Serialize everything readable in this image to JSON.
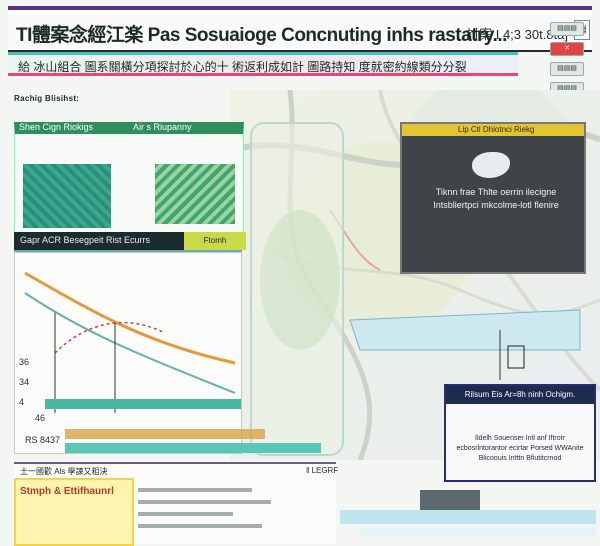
{
  "header": {
    "title": "TI體案念經江楽 Pas Sosuaioge Concnuting inhs rastatry...",
    "right_text": "討案 I 4;3 30t.8ta]",
    "icon": "document-icon"
  },
  "band": {
    "text": "給 冰山組合 圖系關橫分項探討於心的十 術返利成如計 圖路持知 度就密約線類分分裂"
  },
  "side_buttons": [
    "▤▤▤",
    "✕",
    "▤▤▤",
    "▤▤▤"
  ],
  "section_label": "Rachig Blisihst:",
  "panel_a": {
    "title_left": "Shen Cign Riokigs",
    "title_right": "Air s Riupanny"
  },
  "panel_b": {
    "title": "Gapr ACR Besegpeit Rist Ecurrs",
    "chip": "Ftomh Suesesme"
  },
  "chart": {
    "labels": [
      "36",
      "34",
      "4",
      "46",
      "RS 8437"
    ]
  },
  "photo": {
    "bar_text": "Lip Ctl Dhiotnci Riekg",
    "caption": "Tiknn frae Thlte oerrin ilecigne Intsbliertpci mkcolme-lotl flenire"
  },
  "callout": {
    "title": "Rilsum Eis Ar=8h ninh Ochigm.",
    "body": "Ildelh Souenser Intl anf Iftrotr ecbosrlntorantor ecirtar Porsed WWAnite Blicoouis Intttn Bfiutitcrnod"
  },
  "footer": {
    "left_heading": "土一國歡 Als 學誎又粗決",
    "right_heading": "‖ LEGRF",
    "tag": "Stmph & Ettifhaunrl"
  },
  "colors": {
    "accent_purple": "#5a2f8a",
    "accent_teal": "#3fc6c0",
    "accent_pink": "#e04a7a",
    "accent_yellow": "#e2c531"
  }
}
